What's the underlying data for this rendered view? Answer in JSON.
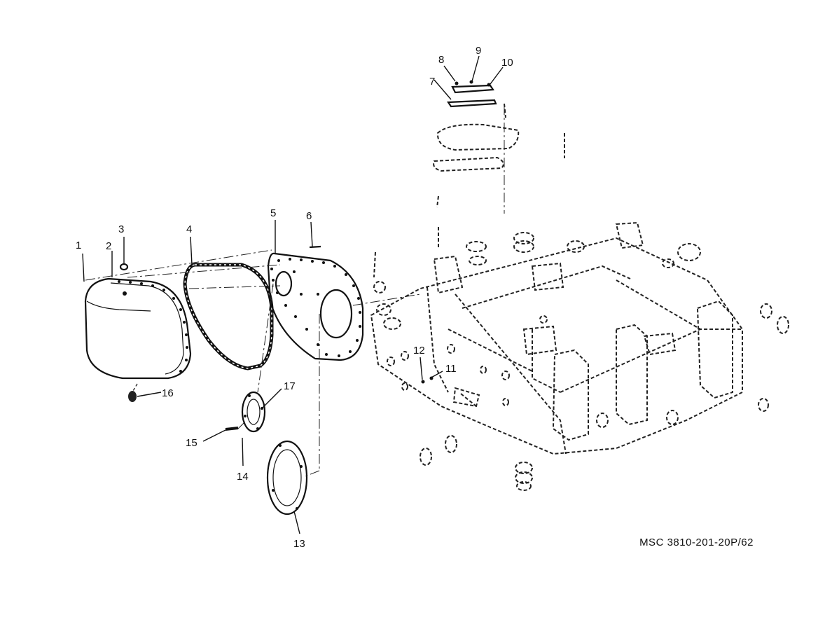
{
  "diagram": {
    "callouts": [
      {
        "id": "1",
        "text": "1"
      },
      {
        "id": "2",
        "text": "2"
      },
      {
        "id": "3",
        "text": "3"
      },
      {
        "id": "4",
        "text": "4"
      },
      {
        "id": "5",
        "text": "5"
      },
      {
        "id": "6",
        "text": "6"
      },
      {
        "id": "7",
        "text": "7"
      },
      {
        "id": "8",
        "text": "8"
      },
      {
        "id": "9",
        "text": "9"
      },
      {
        "id": "10",
        "text": "10"
      },
      {
        "id": "11",
        "text": "11"
      },
      {
        "id": "12",
        "text": "12"
      },
      {
        "id": "13",
        "text": "13"
      },
      {
        "id": "14",
        "text": "14"
      },
      {
        "id": "15",
        "text": "15"
      },
      {
        "id": "16",
        "text": "16"
      },
      {
        "id": "17",
        "text": "17"
      }
    ],
    "caption": "MSC  3810-201-20P/62"
  }
}
